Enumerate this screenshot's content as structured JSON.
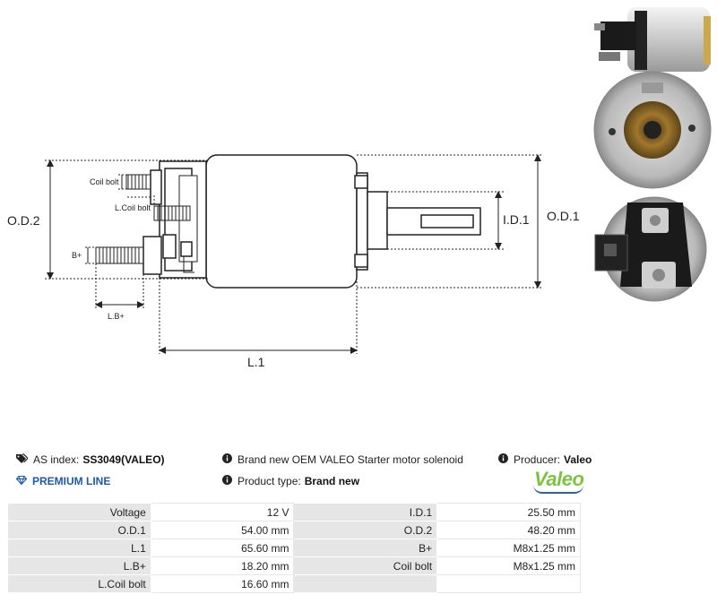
{
  "diagram": {
    "labels": {
      "od2": "O.D.2",
      "od1": "O.D.1",
      "id1": "I.D.1",
      "l1": "L.1",
      "coil_bolt": "Coil bolt",
      "l_coil_bolt": "L.Coil bolt",
      "b_plus": "B+",
      "l_b_plus": "L.B+"
    }
  },
  "info": {
    "as_index_label": "AS index:",
    "as_index_value": "SS3049(VALEO)",
    "description": "Brand new OEM VALEO Starter motor solenoid",
    "producer_label": "Producer:",
    "producer_value": "Valeo",
    "premium_line": "PREMIUM LINE",
    "product_type_label": "Product type:",
    "product_type_value": "Brand new",
    "logo_text": "Valeo"
  },
  "colors": {
    "premium_blue": "#1e5aa8",
    "logo_green": "#7fc241",
    "logo_blue": "#2a63ad",
    "key_cell_bg": "#e6e6e6"
  },
  "specs": {
    "rows": [
      {
        "k1": "Voltage",
        "v1": "12 V",
        "k2": "I.D.1",
        "v2": "25.50 mm"
      },
      {
        "k1": "O.D.1",
        "v1": "54.00 mm",
        "k2": "O.D.2",
        "v2": "48.20 mm"
      },
      {
        "k1": "L.1",
        "v1": "65.60 mm",
        "k2": "B+",
        "v2": "M8x1.25 mm"
      },
      {
        "k1": "L.B+",
        "v1": "18.20 mm",
        "k2": "Coil bolt",
        "v2": "M8x1.25 mm"
      },
      {
        "k1": "L.Coil bolt",
        "v1": "16.60 mm",
        "k2": "",
        "v2": ""
      }
    ]
  }
}
